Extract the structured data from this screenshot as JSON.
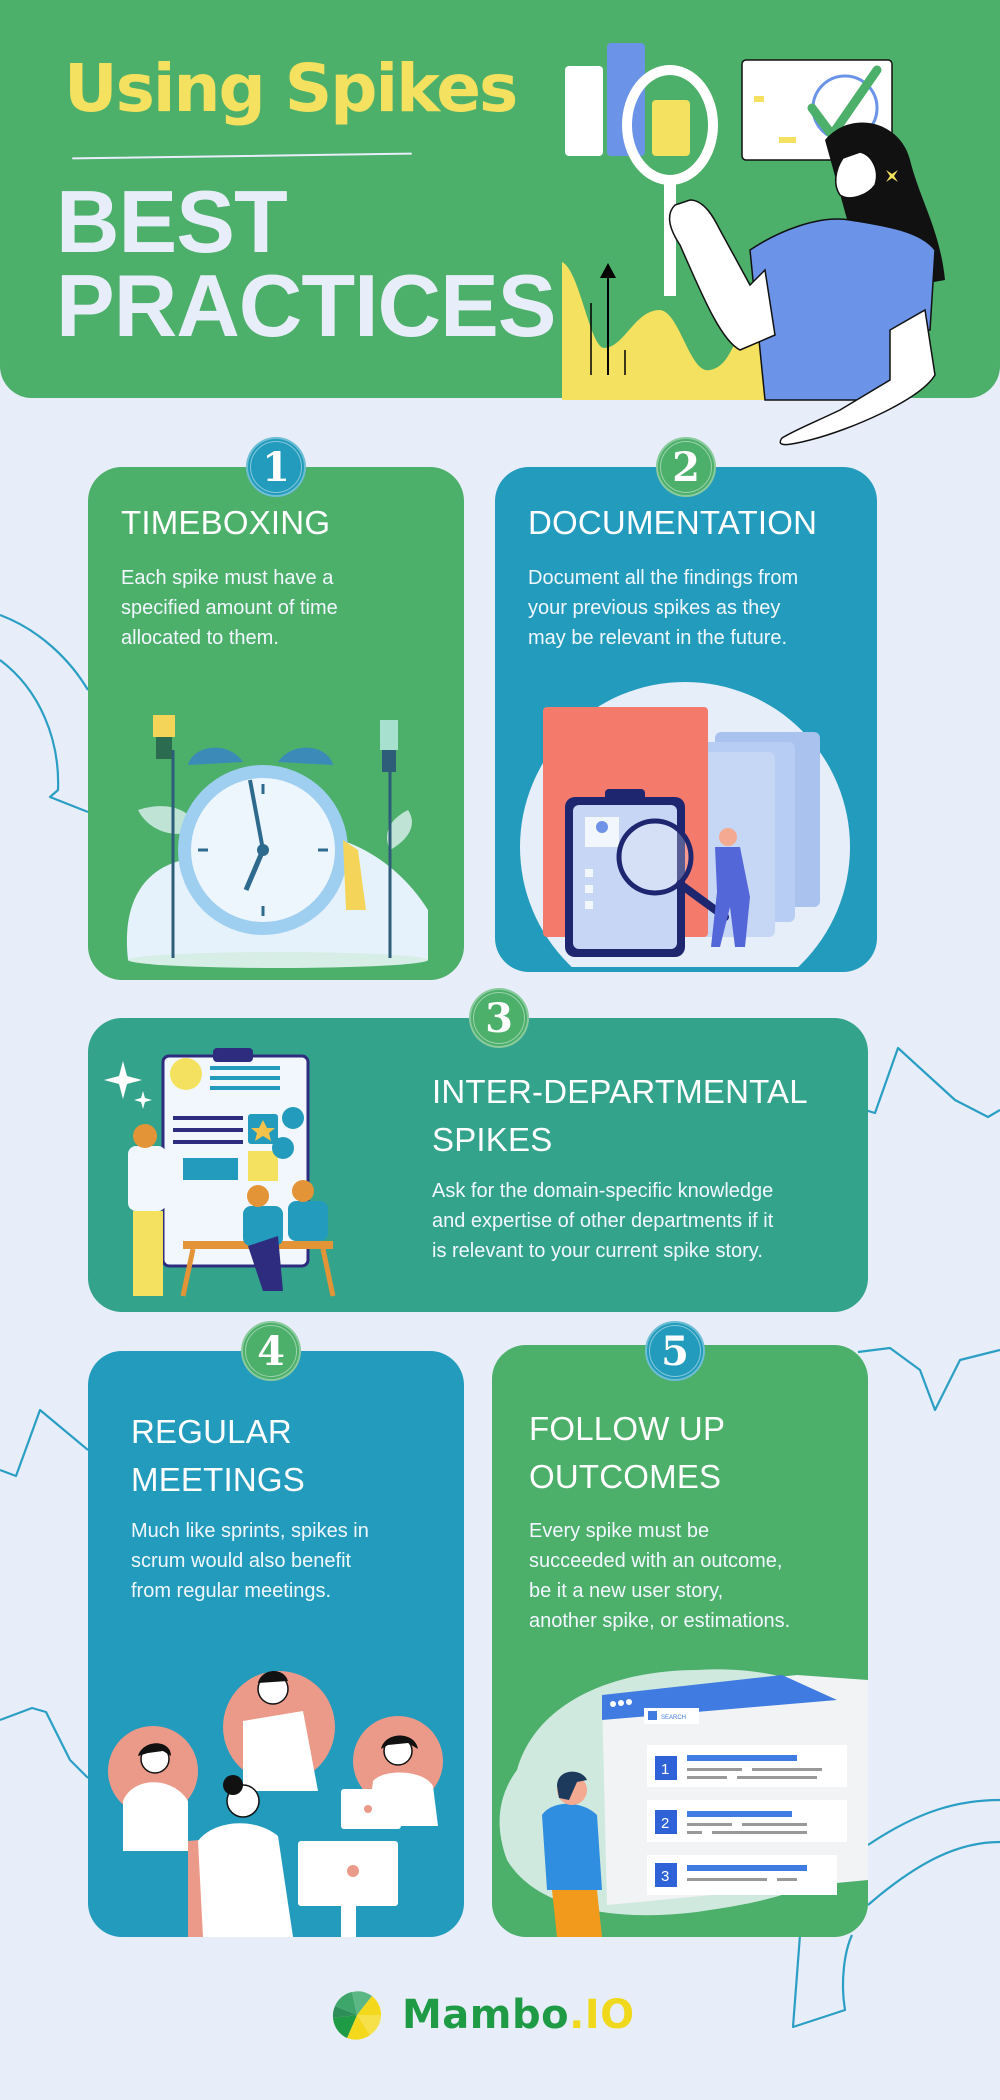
{
  "header": {
    "title_top": "Using Spikes",
    "title_line1": "BEST",
    "title_line2": "PRACTICES",
    "illustration": "woman-with-magnifying-glass-and-charts"
  },
  "colors": {
    "background": "#e8eef9",
    "green": "#4caf6a",
    "blue": "#229bbd",
    "teal": "#34a38c",
    "yellow": "#f4e15f",
    "logo_green": "#1f9a45",
    "logo_yellow": "#f0d91c"
  },
  "cards": [
    {
      "number": "1",
      "title": "TIMEBOXING",
      "description_lines": [
        "Each spike must have a",
        "specified amount of time",
        "allocated to them."
      ],
      "illustration": "alarm-clock-with-people"
    },
    {
      "number": "2",
      "title": "DOCUMENTATION",
      "description_lines": [
        "Document all the findings from",
        "your previous spikes as they",
        "may be relevant in the future."
      ],
      "illustration": "clipboard-folders-magnifier"
    },
    {
      "number": "3",
      "title_lines": [
        "INTER-DEPARTMENTAL",
        "SPIKES"
      ],
      "description_lines": [
        "Ask for the domain-specific knowledge",
        "and expertise of other departments if it",
        "is relevant to your current spike story."
      ],
      "illustration": "team-meeting-at-table"
    },
    {
      "number": "4",
      "title_lines": [
        "REGULAR",
        "MEETINGS"
      ],
      "description_lines": [
        "Much like sprints, spikes in",
        "scrum would also benefit",
        "from regular meetings."
      ],
      "illustration": "video-call-meeting"
    },
    {
      "number": "5",
      "title_lines": [
        "FOLLOW UP",
        "OUTCOMES"
      ],
      "description_lines": [
        "Every spike must be",
        "succeeded with an outcome,",
        "be it a new user story,",
        "another spike, or estimations."
      ],
      "illustration": "search-results-ranked",
      "illustration_labels": {
        "search_tab": "SEARCH",
        "results": [
          "1",
          "2",
          "3"
        ]
      }
    }
  ],
  "footer": {
    "logo_name": "Mambo",
    "logo_suffix": ".IO"
  }
}
